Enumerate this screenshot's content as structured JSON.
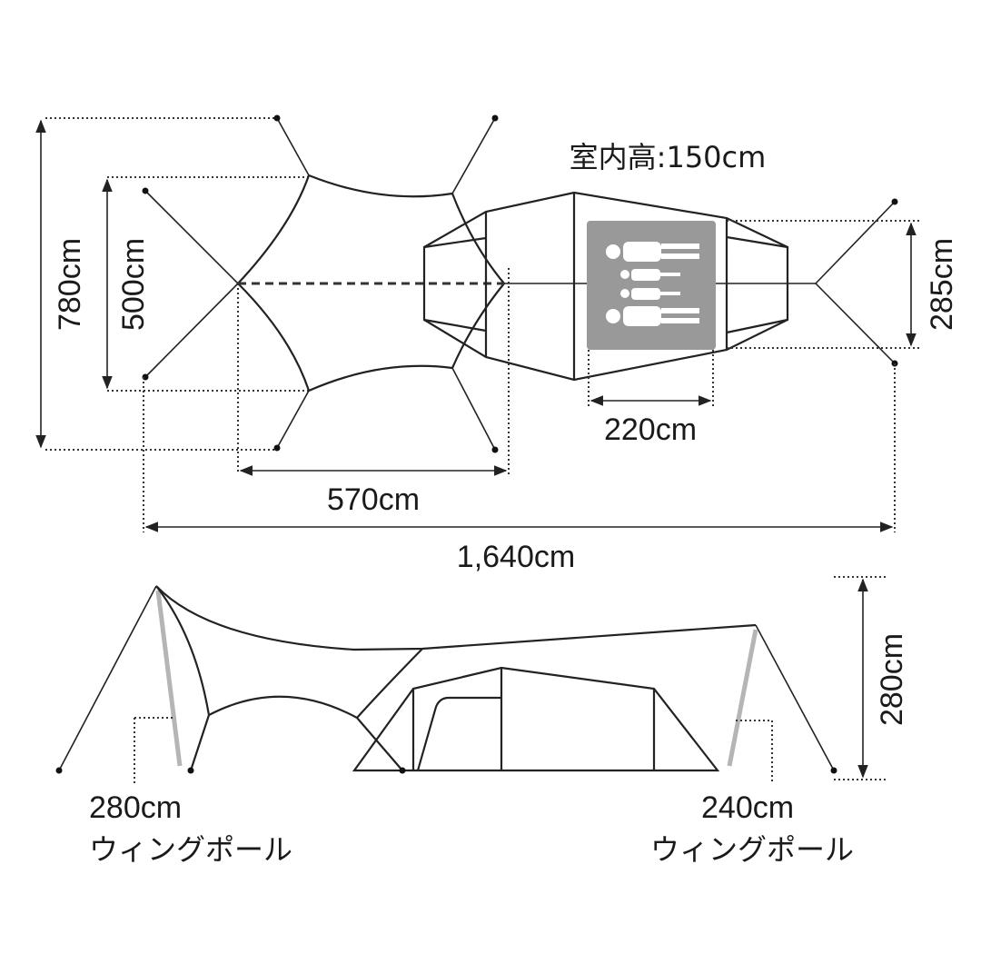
{
  "top_view": {
    "interior_height": "室内高:150cm",
    "dim_overall_depth": "780cm",
    "dim_tarp_depth": "500cm",
    "dim_tent_width": "285cm",
    "dim_inner_length": "220cm",
    "dim_tarp_length": "570cm",
    "dim_total_length": "1,640cm",
    "sleeper_icon": "four-people-sleeping-icon",
    "inner_fill": "#999999"
  },
  "side_view": {
    "dim_height": "280cm",
    "left_pole": {
      "length": "280cm",
      "name": "ウィングポール"
    },
    "right_pole": {
      "length": "240cm",
      "name": "ウィングポール"
    },
    "pole_color": "#b5b5b5"
  }
}
